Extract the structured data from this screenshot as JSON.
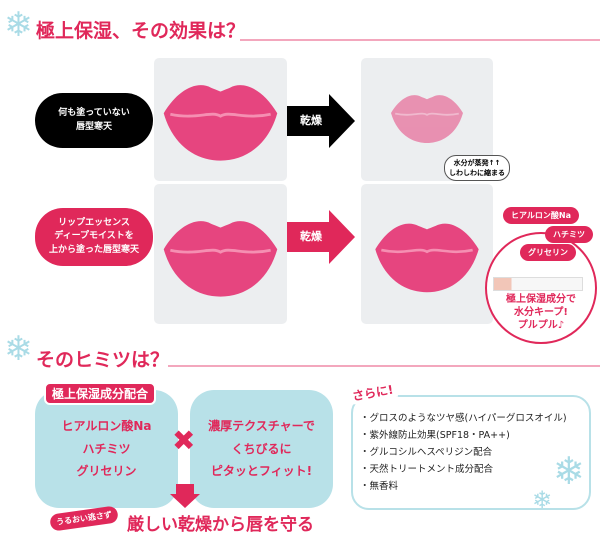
{
  "section1": {
    "title": "極上保湿、その効果は？",
    "row1": {
      "label_lines": [
        "何も塗っていない",
        "唇型寒天"
      ],
      "arrow_label": "乾燥",
      "note_lines": [
        "水分が蒸発↑↑",
        "しわしわに縮まる"
      ]
    },
    "row2": {
      "label_lines": [
        "リップエッセンス",
        "ディープモイストを",
        "上から塗った唇型寒天"
      ],
      "arrow_label": "乾燥",
      "ingredients": [
        "ヒアルロン酸Na",
        "ハチミツ",
        "グリセリン"
      ],
      "callout_lines": [
        "極上保湿成分で",
        "水分キープ!",
        "プルプル♪"
      ]
    }
  },
  "section2": {
    "title": "そのヒミツは？",
    "box1": {
      "tag": "極上保湿成分配合",
      "lines": [
        "ヒアルロン酸Na",
        "ハチミツ",
        "グリセリン"
      ]
    },
    "box2": {
      "lines": [
        "濃厚テクスチャーで",
        "くちびるに",
        "ピタッとフィット!"
      ]
    },
    "tag": "うるおい逃さず",
    "conclusion": "厳しい乾燥から唇を守る",
    "extra": {
      "heading": "さらに!",
      "items": [
        "グロスのようなツヤ感(ハイパーグロスオイル)",
        "紫外線防止効果(SPF18・PA++)",
        "グルコシルヘスペリジン配合",
        "天然トリートメント成分配合",
        "無香料"
      ]
    }
  },
  "colors": {
    "accent": "#e0285a",
    "blue": "#b8e1e8",
    "black": "#000000"
  }
}
